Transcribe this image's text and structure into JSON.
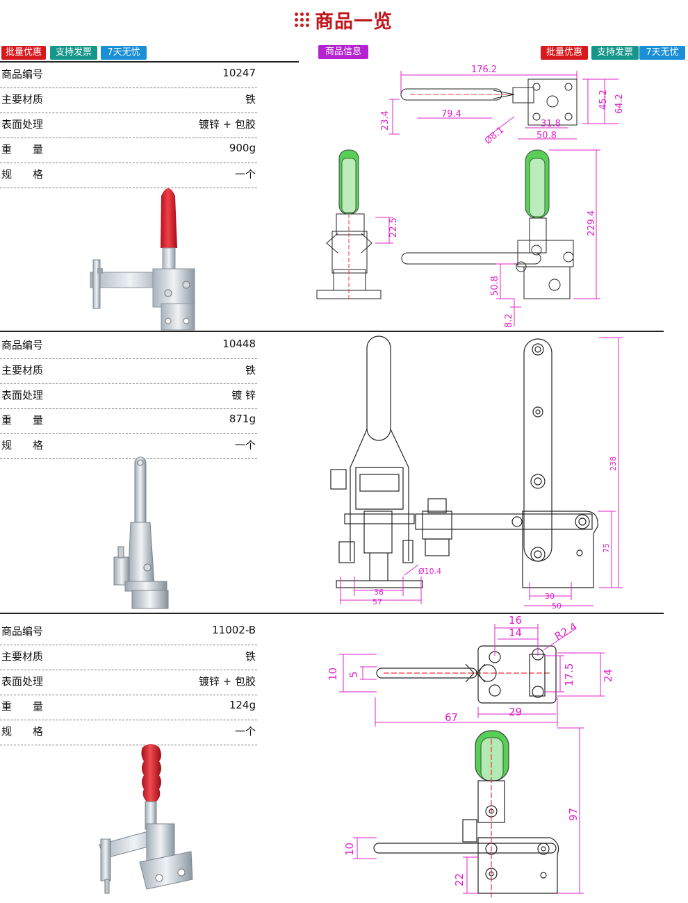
{
  "header": {
    "title": "商品一览",
    "left_badges": [
      "批量优惠",
      "支持发票",
      "7天无忧"
    ],
    "center_badge": "商品信息",
    "right_badges": [
      "批量优惠",
      "支持发票",
      "7天无忧"
    ]
  },
  "products": [
    {
      "specs": [
        {
          "label": "商品编号",
          "value": "10247"
        },
        {
          "label": "主要材质",
          "value": "铁"
        },
        {
          "label": "表面处理",
          "value": "镀锌 + 包胶"
        },
        {
          "label": "重　　量",
          "value": "900g"
        },
        {
          "label": "规　　格",
          "value": "一个"
        }
      ],
      "dims": [
        "176.2",
        "45.2",
        "64.2",
        "23.4",
        "79.4",
        "Ø8.1",
        "31.8",
        "50.8",
        "229.4",
        "22.5",
        "50.8",
        "8.2"
      ]
    },
    {
      "specs": [
        {
          "label": "商品编号",
          "value": "10448"
        },
        {
          "label": "主要材质",
          "value": "铁"
        },
        {
          "label": "表面处理",
          "value": "镀 锌"
        },
        {
          "label": "重　　量",
          "value": "871g"
        },
        {
          "label": "规　　格",
          "value": "一个"
        }
      ],
      "dims": [
        "238",
        "75",
        "Ø10.4",
        "36",
        "57",
        "30",
        "50"
      ]
    },
    {
      "specs": [
        {
          "label": "商品编号",
          "value": "11002-B"
        },
        {
          "label": "主要材质",
          "value": "铁"
        },
        {
          "label": "表面处理",
          "value": "镀锌 + 包胶"
        },
        {
          "label": "重　　量",
          "value": "124g"
        },
        {
          "label": "规　　格",
          "value": "一个"
        }
      ],
      "dims": [
        "16",
        "14",
        "R2.4",
        "10",
        "5",
        "17.5",
        "24",
        "67",
        "29",
        "97",
        "10",
        "22"
      ]
    }
  ],
  "colors": {
    "title": "#c0151b",
    "dimension": "#e020c8",
    "grip": "#3cc83c",
    "handle_red": "#e8232f"
  }
}
